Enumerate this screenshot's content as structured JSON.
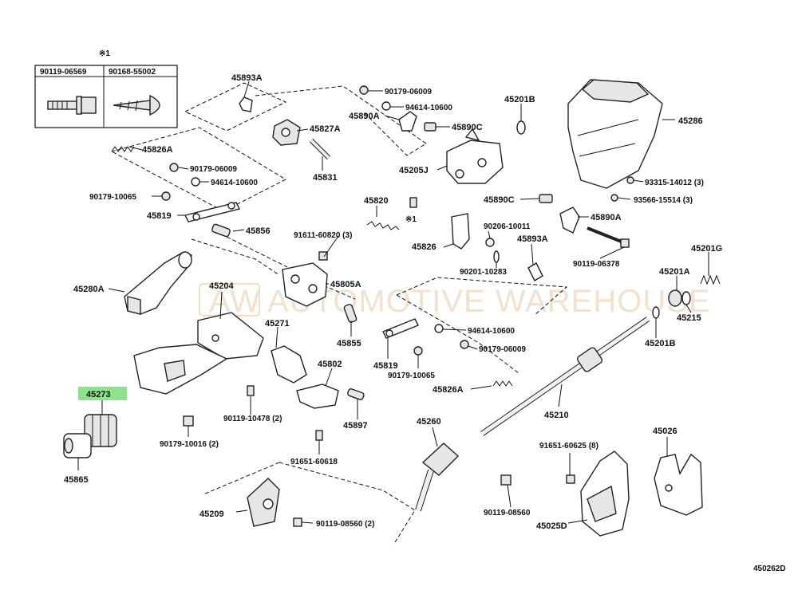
{
  "inset": {
    "note": "※1",
    "col1": "90119-06569",
    "col2": "90168-55002"
  },
  "watermark": {
    "logo": "AW",
    "text": "AUTOMOTIVE WAREHOUSE"
  },
  "highlighted_part": "45273",
  "diagram_code": "450262D",
  "labels": {
    "p45893A_top": "45893A",
    "p45826A_top": "45826A",
    "p45827A": "45827A",
    "p45831": "45831",
    "p90179_06009_a": "90179-06009",
    "p94614_10600_a": "94614-10600",
    "p90179_10065_a": "90179-10065",
    "p45819_a": "45819",
    "p45856": "45856",
    "p90179_06009_b": "90179-06009",
    "p94614_10600_b": "94614-10600",
    "p45890A_top": "45890A",
    "p45890C_top": "45890C",
    "p45205J": "45205J",
    "p45890C_bot": "45890C",
    "p45201B_top": "45201B",
    "p45286": "45286",
    "p93315_14012": "93315-14012 (3)",
    "p93566_15514": "93566-15514 (3)",
    "p45820": "45820",
    "note_x1": "※1",
    "p91611_60820": "91611-60820 (3)",
    "p45826": "45826",
    "p90206_10011": "90206-10011",
    "p45893A_mid": "45893A",
    "p90201_10283": "90201-10283",
    "p45890A_right": "45890A",
    "p90119_06378": "90119-06378",
    "p45201G": "45201G",
    "p45201A": "45201A",
    "p45215": "45215",
    "p45201B_bot": "45201B",
    "p45280A": "45280A",
    "p45204": "45204",
    "p45805A": "45805A",
    "p45271": "45271",
    "p45855": "45855",
    "p45819_b": "45819",
    "p94614_10600_c": "94614-10600",
    "p90179_06009_c": "90179-06009",
    "p90179_10065_b": "90179-10065",
    "p45826A_mid": "45826A",
    "p45802": "45802",
    "p45897": "45897",
    "p45273": "45273",
    "p90119_10478": "90119-10478 (2)",
    "p90179_10016": "90179-10016 (2)",
    "p91651_60618": "91651-60618",
    "p45865": "45865",
    "p45260": "45260",
    "p45210": "45210",
    "p91651_60625": "91651-60625 (8)",
    "p45026": "45026",
    "p90119_08560_a": "90119-08560",
    "p45025D": "45025D",
    "p45209": "45209",
    "p90119_08560_b": "90119-08560 (2)"
  }
}
